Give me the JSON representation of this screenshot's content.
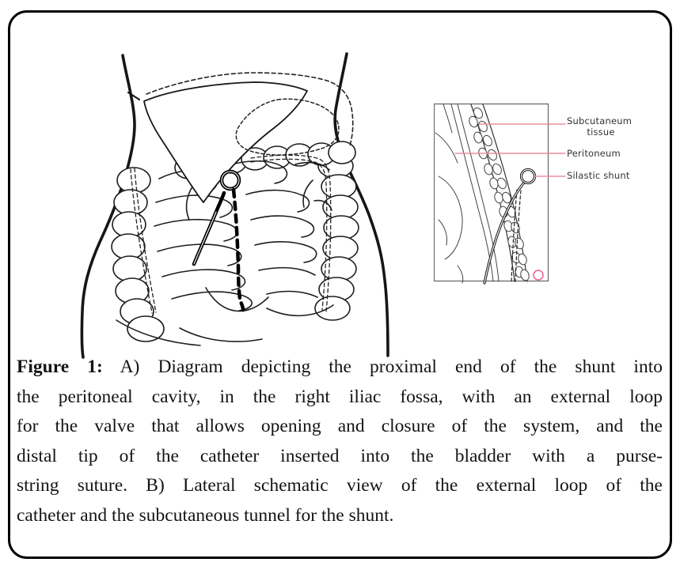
{
  "figure": {
    "type": "medical-schematic-figure",
    "panels": [
      "A",
      "B"
    ]
  },
  "panel_b": {
    "labels": {
      "subcutaneum": {
        "line1": "Subcutaneum",
        "line2": "tissue"
      },
      "peritoneum": "Peritoneum",
      "silastic_shunt": "Silastic shunt"
    }
  },
  "caption": {
    "label": "Figure 1:",
    "lines": [
      "A) Diagram depicting the proximal end of the shunt into",
      "the peritoneal cavity, in the right iliac fossa, with an external loop",
      "for the valve that allows opening and closure of the system, and the",
      "distal tip of the catheter inserted into the bladder with a purse-",
      "string suture. B) Lateral schematic view of the external loop of the",
      "catheter and the subcutaneous tunnel for the shunt."
    ]
  },
  "colors": {
    "ink": "#161616",
    "outer_border": "#000000",
    "leader_line": "#e78fa0",
    "suture_circle": "#f0608a",
    "panel_b_box": "#666666",
    "label_text": "#333333",
    "caption_text": "#141414",
    "background": "#ffffff"
  }
}
